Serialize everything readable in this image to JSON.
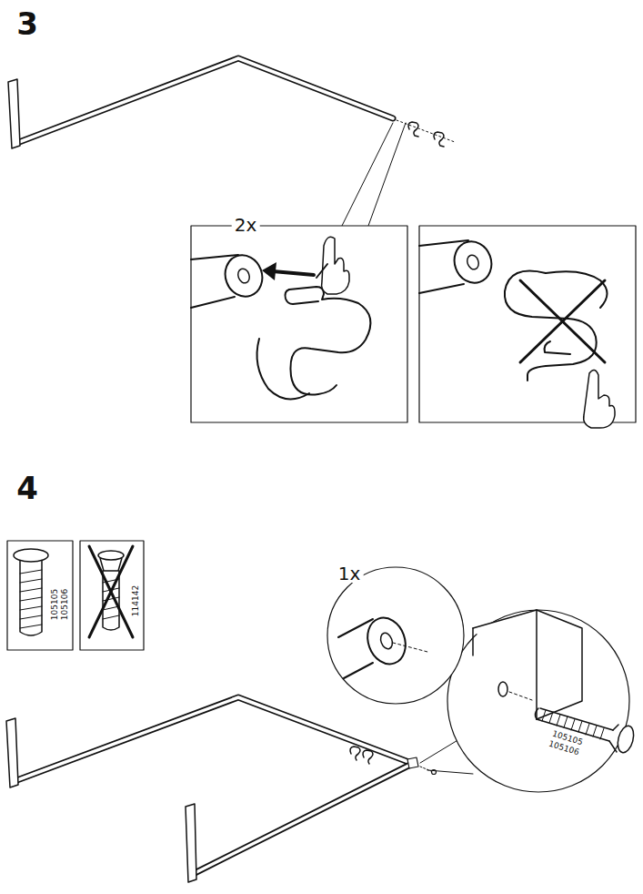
{
  "diagram": {
    "labels": [
      "3",
      "2x",
      "4",
      "105105",
      "105106",
      "114142",
      "1x",
      "105105",
      "105106"
    ]
  }
}
